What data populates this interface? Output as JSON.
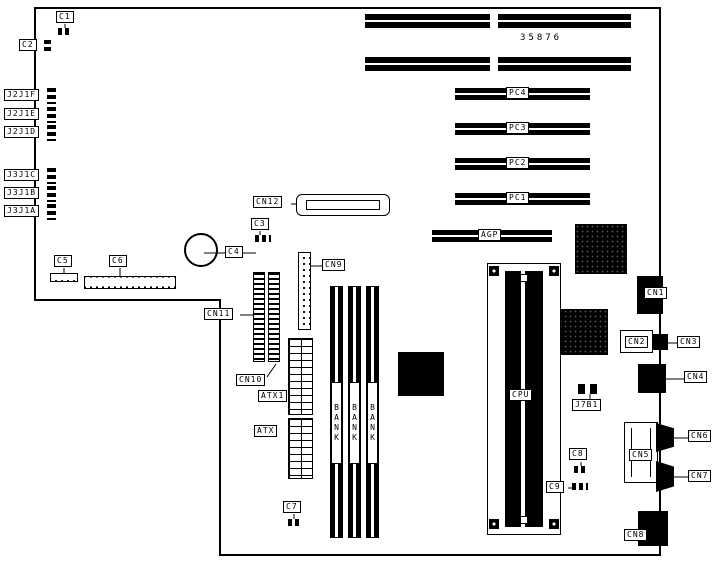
{
  "board": {
    "part_number": "35876"
  },
  "slots": {
    "pci": [
      "PC4",
      "PC3",
      "PC2",
      "PC1"
    ],
    "agp": "AGP",
    "cpu": "CPU"
  },
  "memory": {
    "bank1": "BANK",
    "bank2": "BANK",
    "bank3": "BANK"
  },
  "connectors": {
    "cn1": "CN1",
    "cn2": "CN2",
    "cn3": "CN3",
    "cn4": "CN4",
    "cn5": "CN5",
    "cn6": "CN6",
    "cn7": "CN7",
    "cn8": "CN8",
    "cn9": "CN9",
    "cn10": "CN10",
    "cn11": "CN11",
    "cn12": "CN12",
    "atx": "ATX",
    "atx1": "ATX1",
    "j7b1": "J7B1",
    "j2j1f": "J2J1F",
    "j2j1e": "J2J1E",
    "j2j1d": "J2J1D",
    "j3j1c": "J3J1C",
    "j3j1b": "J3J1B",
    "j3j1a": "J3J1A"
  },
  "components": {
    "c1": "C1",
    "c2": "C2",
    "c3": "C3",
    "c4": "C4",
    "c5": "C5",
    "c6": "C6",
    "c7": "C7",
    "c8": "C8",
    "c9": "C9"
  }
}
